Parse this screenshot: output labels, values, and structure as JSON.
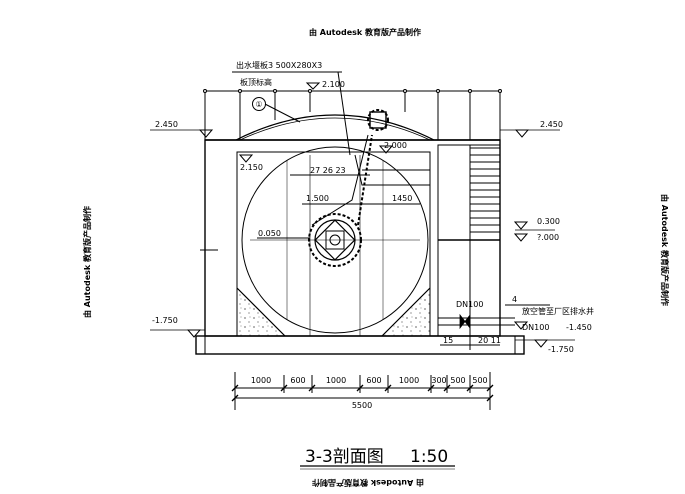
{
  "watermark": "由 Autodesk 教育版产品制作",
  "title": "3-3剖面图",
  "scale": "1:50",
  "callouts": {
    "plate": "出水堰板3 500X280X3",
    "top_label": "板顶标高",
    "item1": "①",
    "drain_note": "放空管至厂区排水井",
    "dn100_a": "DN100",
    "dn100_b": "DN100",
    "n27_26_23": "27 26 23",
    "n4": "4",
    "n15": "15",
    "n20_11": "20 11"
  },
  "elevations": {
    "top": "2.100",
    "left_top": "2.450",
    "right_top": "2.450",
    "water": "2.150",
    "channel": "2.000",
    "mid_a": "1.500",
    "gap": "1450",
    "inner": "0.050",
    "right_a": "0.300",
    "right_b": "?.000",
    "left_bottom": "-1.750",
    "pipe": "-1.450",
    "right_bottom": "-1.750"
  },
  "dimensions": {
    "segments": [
      "1000",
      "600",
      "1000",
      "600",
      "1000",
      "300",
      "500",
      "500"
    ],
    "total": "5500"
  }
}
